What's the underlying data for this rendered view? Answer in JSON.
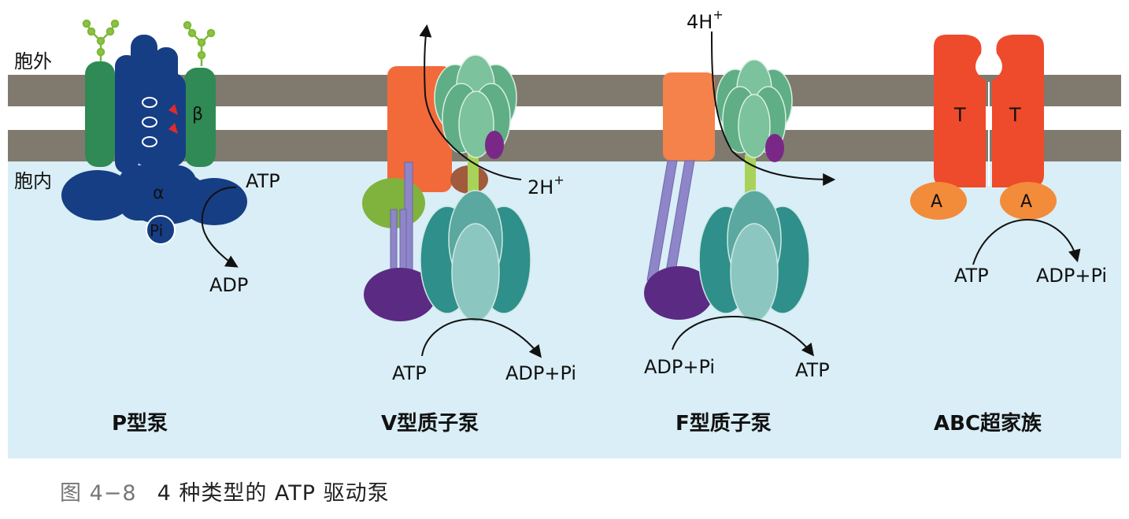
{
  "regions": {
    "outside": "胞外",
    "inside": "胞内"
  },
  "pumps": {
    "p_type": {
      "name": "P型泵",
      "alpha": "α",
      "beta": "β",
      "pi": "Pi",
      "atp": "ATP",
      "adp": "ADP"
    },
    "v_type": {
      "name": "V型质子泵",
      "proton": "2H",
      "proton_charge": "+",
      "atp": "ATP",
      "adp_pi": "ADP+Pi"
    },
    "f_type": {
      "name": "F型质子泵",
      "proton": "4H",
      "proton_charge": "+",
      "adp_pi": "ADP+Pi",
      "atp": "ATP"
    },
    "abc": {
      "name": "ABC超家族",
      "t_left": "T",
      "t_right": "T",
      "a_left": "A",
      "a_right": "A",
      "atp": "ATP",
      "adp_pi": "ADP+Pi"
    }
  },
  "caption": {
    "number": "图 4−8",
    "title": "4 种类型的 ATP 驱动泵"
  },
  "colors": {
    "membrane": "#807a6e",
    "cytoplasm": "#d9eef6",
    "p_pump": "#163e85",
    "p_beta": "#2f8a55",
    "v_orange": "#f26a3a",
    "head_green": "#5fae86",
    "rotor_teal": "#2f8f8a",
    "stalk": "#a9d25a",
    "purple": "#5b2a83",
    "lavender": "#8e86c9",
    "abc_red": "#ee4a2c",
    "abc_orange": "#f28b3a"
  }
}
